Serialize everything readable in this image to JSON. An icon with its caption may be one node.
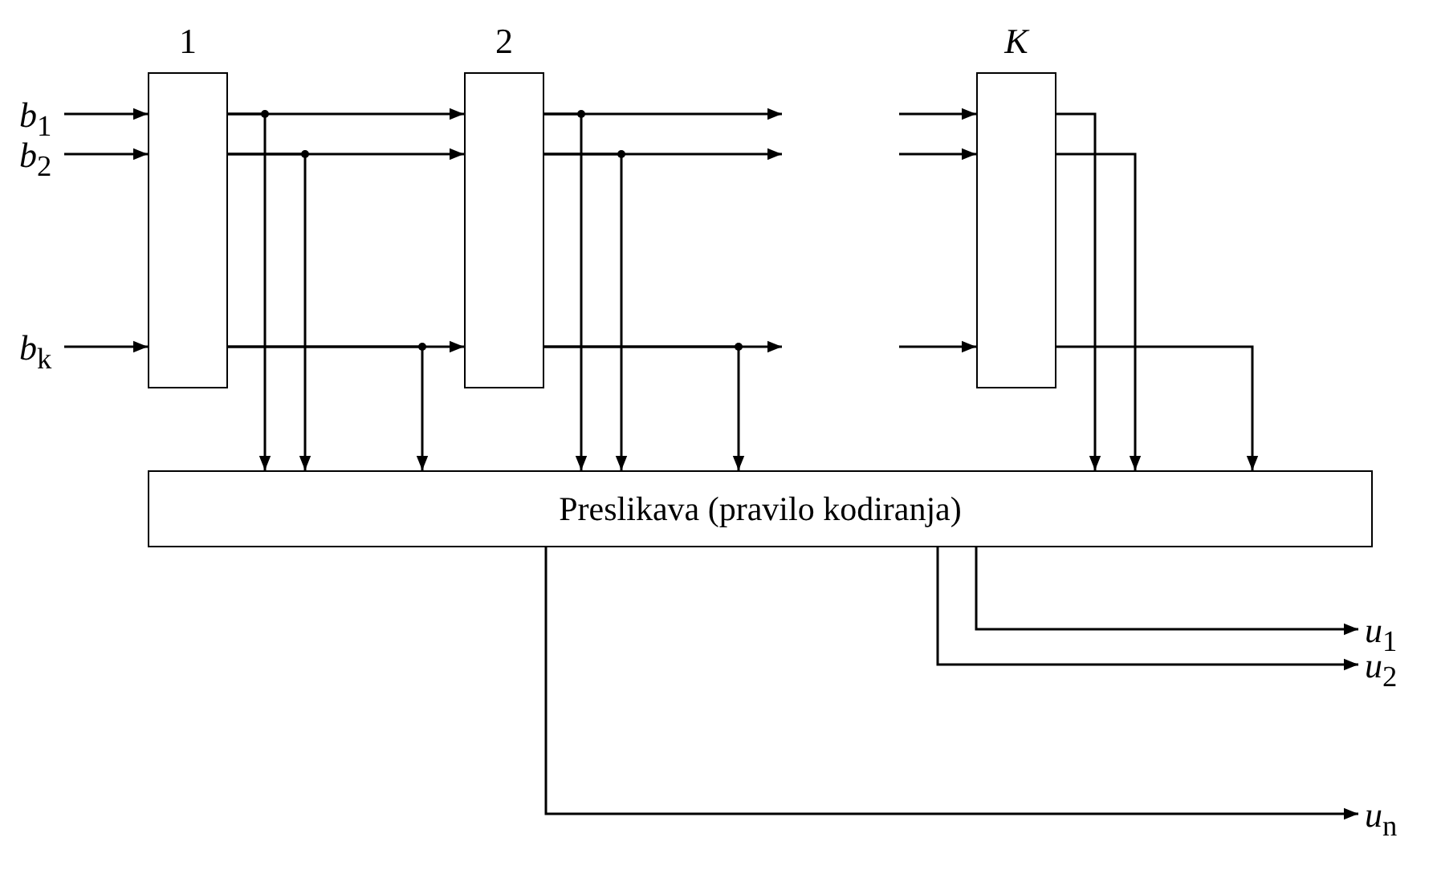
{
  "diagram": {
    "nodes": [
      {
        "text": [
          "1"
        ]
      },
      {
        "text": [
          "2"
        ]
      },
      {
        "text": [
          "K"
        ]
      },
      {
        "text": [
          "Preslikava (pravilo kodiranja)"
        ]
      },
      {
        "text": [
          "*b*$_{1}$"
        ]
      },
      {
        "text": [
          "*b*$_{2}$"
        ]
      },
      {
        "text": [
          "*b*$_{k}$"
        ]
      },
      {
        "text": [
          "*u*$_{1}$"
        ]
      },
      {
        "text": [
          "*u*$_{2}$"
        ]
      },
      {
        "text": [
          "*u*$_{n}$"
        ]
      }
    ],
    "edges": [
      {
        "from": 4,
        "to": 0,
        "arrow": "to"
      },
      {
        "from": 5,
        "to": 0,
        "arrow": "to"
      },
      {
        "from": 6,
        "to": 0,
        "arrow": "to"
      },
      {
        "from": 0,
        "to": 1,
        "arrow": "to"
      },
      {
        "from": 0,
        "to": 1,
        "arrow": "to"
      },
      {
        "from": 0,
        "to": 1,
        "arrow": "to"
      },
      {
        "from": 0,
        "to": 3,
        "arrow": "to"
      },
      {
        "from": 0,
        "to": 3,
        "arrow": "to"
      },
      {
        "from": 0,
        "to": 3,
        "arrow": "to"
      },
      {
        "from": 1,
        "to": null,
        "arrow": "to"
      },
      {
        "from": 1,
        "to": null,
        "arrow": "to"
      },
      {
        "from": 1,
        "to": null,
        "arrow": "to"
      },
      {
        "from": 1,
        "to": 3,
        "arrow": "to"
      },
      {
        "from": 1,
        "to": 3,
        "arrow": "to"
      },
      {
        "from": 1,
        "to": 3,
        "arrow": "to"
      },
      {
        "from": null,
        "to": 2,
        "arrow": "to"
      },
      {
        "from": null,
        "to": 2,
        "arrow": "to"
      },
      {
        "from": null,
        "to": 2,
        "arrow": "to"
      },
      {
        "from": 2,
        "to": 3,
        "arrow": "to"
      },
      {
        "from": 2,
        "to": 3,
        "arrow": "to"
      },
      {
        "from": 2,
        "to": 3,
        "arrow": "to"
      },
      {
        "from": 3,
        "to": 7,
        "arrow": "to"
      },
      {
        "from": 3,
        "to": 8,
        "arrow": "to"
      },
      {
        "from": 3,
        "to": 9,
        "arrow": "to"
      }
    ]
  }
}
